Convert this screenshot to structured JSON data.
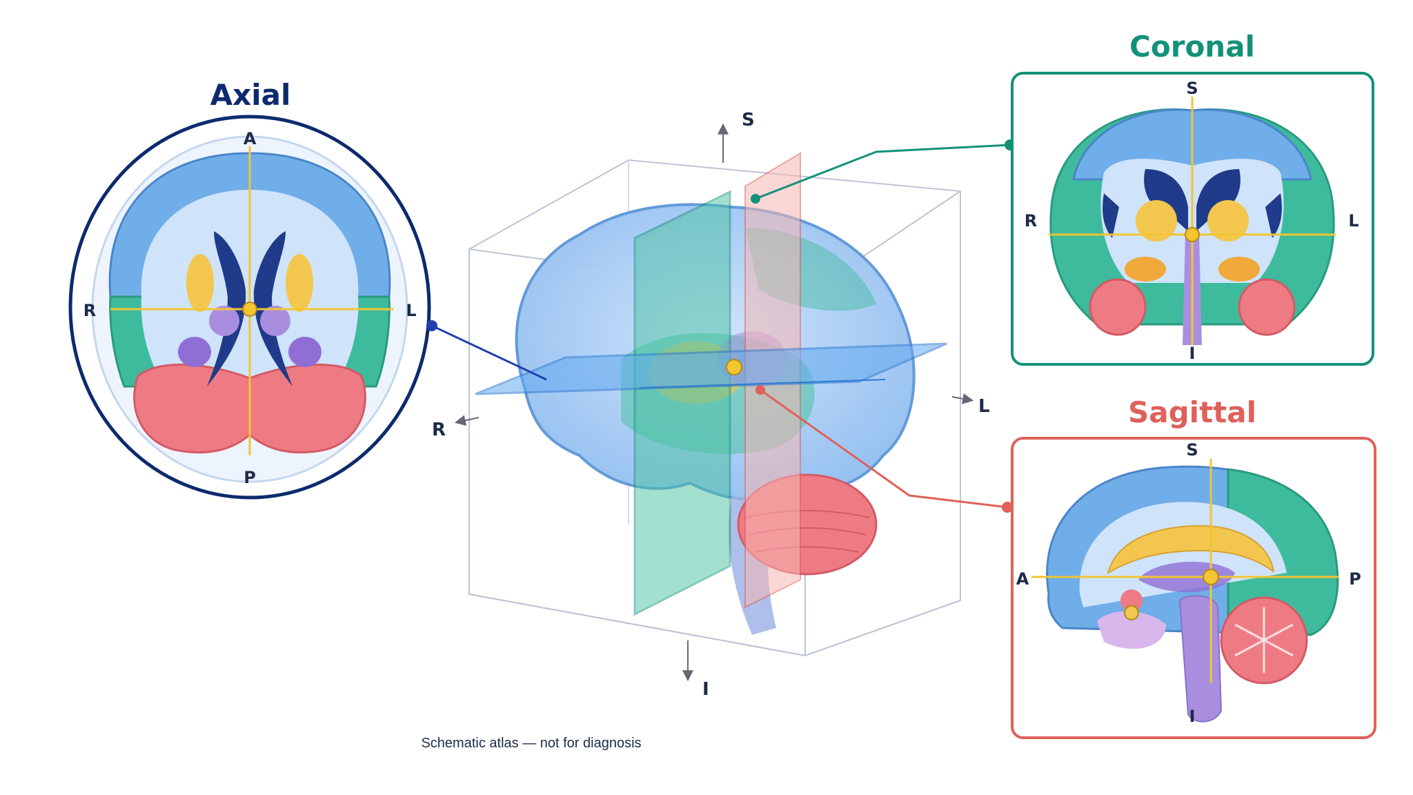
{
  "titles": {
    "axial": "Axial",
    "coronal": "Coronal",
    "sagittal": "Sagittal"
  },
  "axial_labels": {
    "top": "A",
    "bottom": "P",
    "left": "R",
    "right": "L"
  },
  "coronal_labels": {
    "top": "S",
    "bottom": "I",
    "left": "R",
    "right": "L"
  },
  "sagittal_labels": {
    "top": "S",
    "bottom": "I",
    "left": "A",
    "right": "P"
  },
  "cube_axes": {
    "up": "S",
    "down": "I",
    "left": "R",
    "right": "L"
  },
  "footer": "Schematic atlas — not for diagnosis",
  "colors": {
    "axial": "#0d2a6e",
    "coronal": "#13917a",
    "sagittal": "#e0605a",
    "crosshair": "#f2c531",
    "frontal": "#6faee8",
    "parietal_temporal": "#3dbb9c",
    "occipital": "#ee7b84",
    "ventricle": "#1f3b8a",
    "basal_ganglia": "#f3c74f",
    "thalamus": "#a98ee0"
  }
}
